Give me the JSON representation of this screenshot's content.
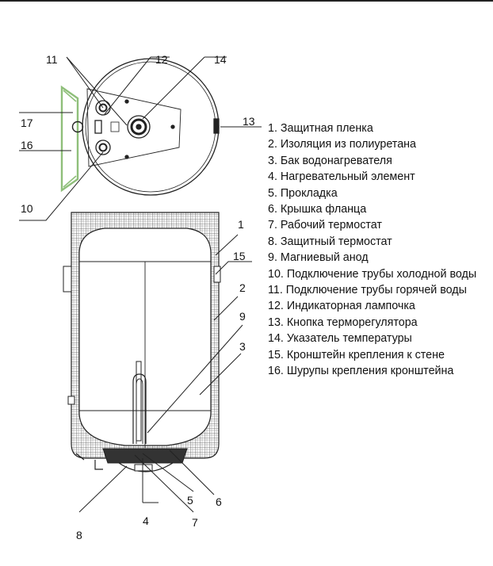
{
  "callouts": {
    "c1": "1",
    "c2": "2",
    "c3": "3",
    "c4": "4",
    "c5": "5",
    "c6": "6",
    "c7": "7",
    "c8": "8",
    "c9": "9",
    "c10": "10",
    "c11": "11",
    "c12": "12",
    "c13": "13",
    "c14": "14",
    "c15": "15",
    "c16": "16",
    "c17": "17"
  },
  "legend": [
    "1. Защитная пленка",
    "2. Изоляция из полиуретана",
    "3. Бак водонагревателя",
    "4.  Нагревательный элемент",
    "5. Прокладка",
    "6. Крышка фланца",
    "7. Рабочий термостат",
    "8. Защитный термостат",
    "9. Магниевый анод",
    "10. Подключение трубы холодной воды",
    "11. Подключение трубы горячей воды",
    "12. Индикаторная лампочка",
    "13. Кнопка терморегулятора",
    "14. Указатель температуры",
    "15. Кронштейн крепления к стене",
    "16. Шурупы крепления кронштейна"
  ],
  "colors": {
    "line": "#222222",
    "green": "#8fbf7a",
    "hatch": "#555555",
    "gray": "#9a9a9a"
  }
}
